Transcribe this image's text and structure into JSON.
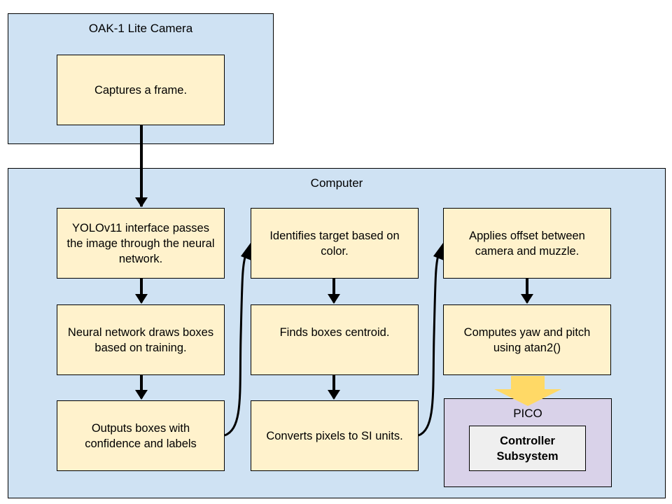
{
  "camera": {
    "title": "OAK-1 Lite Camera",
    "capture": "Captures a frame."
  },
  "computer": {
    "title": "Computer",
    "col1": [
      "YOLOv11 interface passes the image through the neural network.",
      "Neural network draws boxes based on training.",
      "Outputs boxes with confidence and labels"
    ],
    "col2": [
      "Identifies target based on color.",
      "Finds boxes centroid.",
      "Converts pixels to SI units."
    ],
    "col3": [
      "Applies offset between camera and muzzle.",
      "Computes yaw and pitch using atan2()"
    ]
  },
  "pico": {
    "title": "PICO",
    "subsystem": "Controller Subsystem"
  },
  "colors": {
    "group_fill": "#cfe2f3",
    "node_fill": "#fff2cc",
    "pico_fill": "#d9d2e9",
    "subsystem_fill": "#efefef",
    "block_arrow": "#ffd966"
  }
}
